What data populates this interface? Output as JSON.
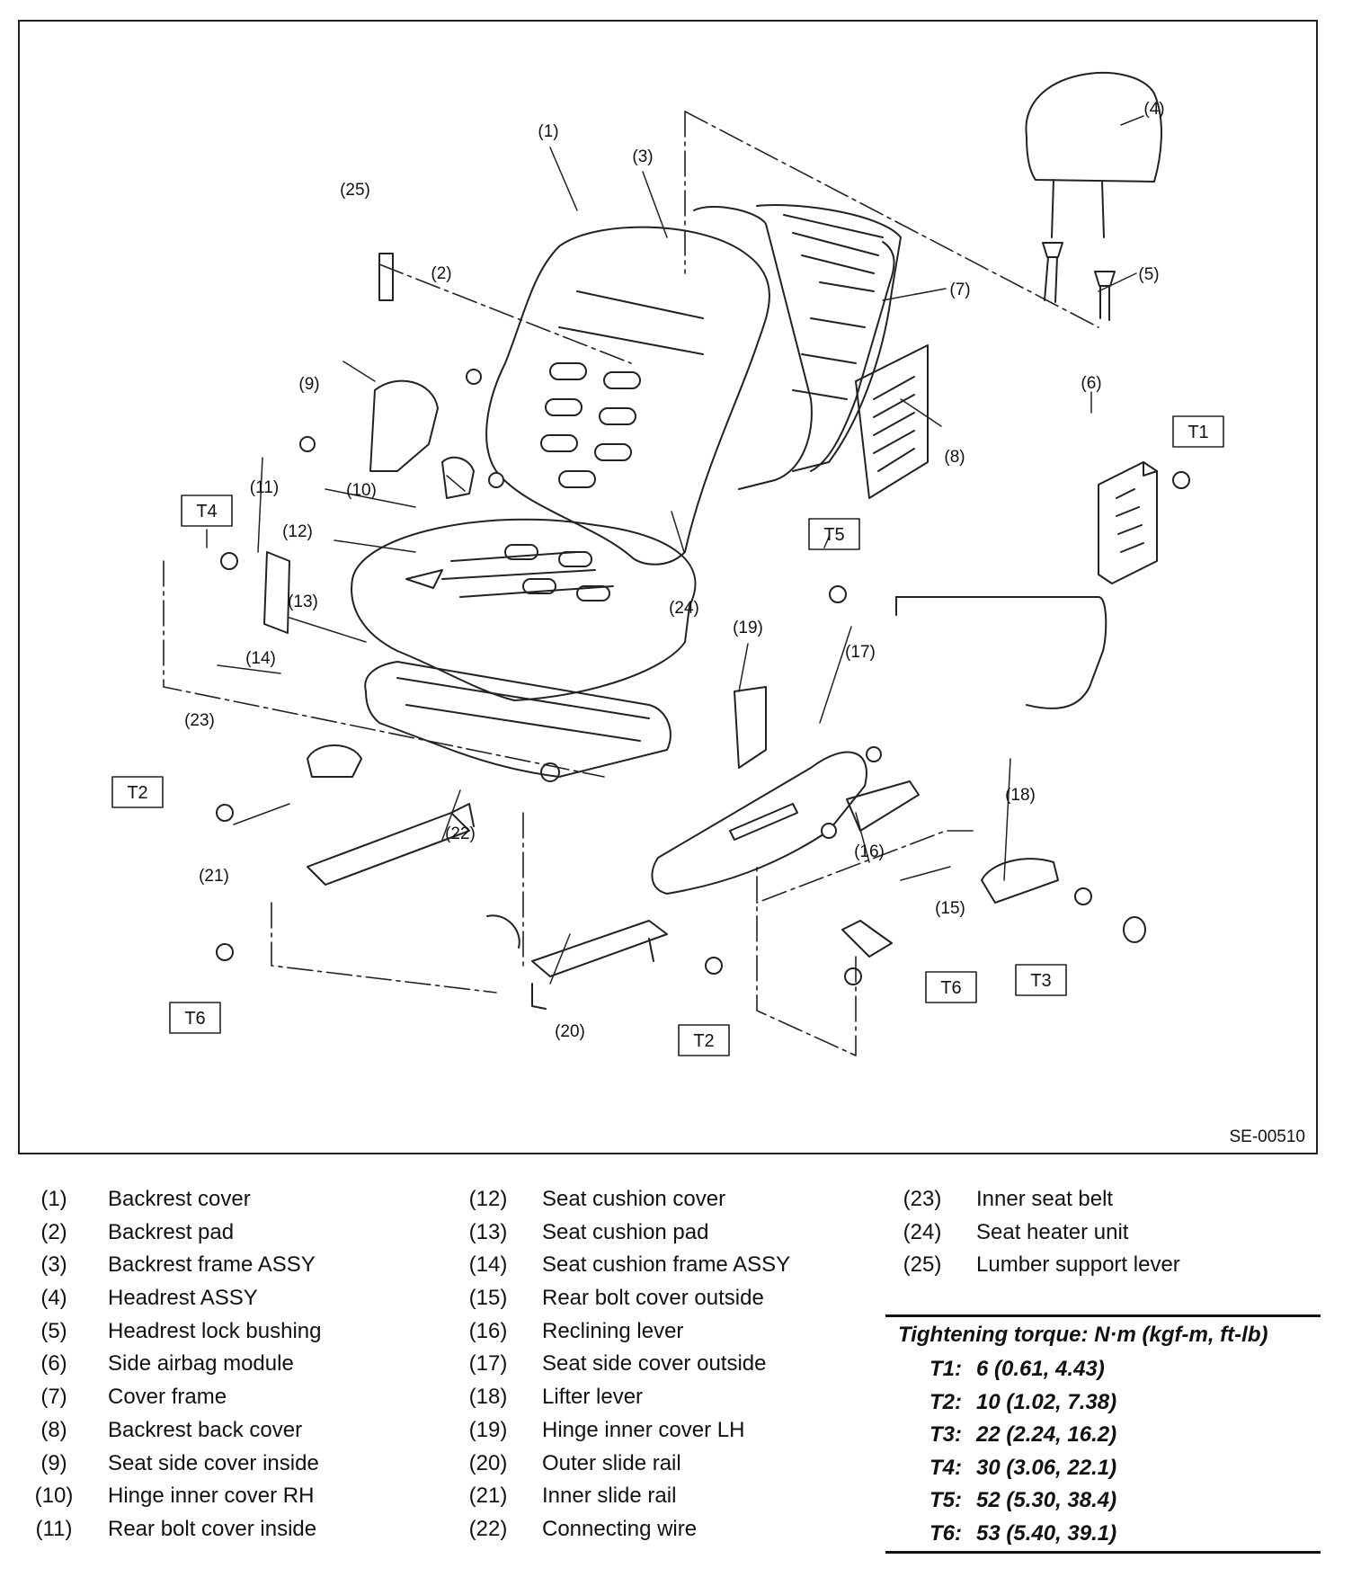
{
  "figure_id": "SE-00510",
  "callouts": {
    "c1": "(1)",
    "c2": "(2)",
    "c3": "(3)",
    "c4": "(4)",
    "c5": "(5)",
    "c6": "(6)",
    "c7": "(7)",
    "c8": "(8)",
    "c9": "(9)",
    "c10": "(10)",
    "c11": "(11)",
    "c12": "(12)",
    "c13": "(13)",
    "c14": "(14)",
    "c15": "(15)",
    "c16": "(16)",
    "c17": "(17)",
    "c18": "(18)",
    "c19": "(19)",
    "c20": "(20)",
    "c21": "(21)",
    "c22": "(22)",
    "c23": "(23)",
    "c24": "(24)",
    "c25": "(25)"
  },
  "torque_tags": {
    "t1": "T1",
    "t2": "T2",
    "t3": "T3",
    "t4": "T4",
    "t5": "T5",
    "t6": "T6"
  },
  "legend": [
    {
      "num": "(1)",
      "label": "Backrest cover"
    },
    {
      "num": "(2)",
      "label": "Backrest pad"
    },
    {
      "num": "(3)",
      "label": "Backrest frame ASSY"
    },
    {
      "num": "(4)",
      "label": "Headrest ASSY"
    },
    {
      "num": "(5)",
      "label": "Headrest lock bushing"
    },
    {
      "num": "(6)",
      "label": "Side airbag module"
    },
    {
      "num": "(7)",
      "label": "Cover frame"
    },
    {
      "num": "(8)",
      "label": "Backrest back cover"
    },
    {
      "num": "(9)",
      "label": "Seat side cover inside"
    },
    {
      "num": "(10)",
      "label": "Hinge inner cover RH"
    },
    {
      "num": "(11)",
      "label": "Rear bolt cover inside"
    },
    {
      "num": "(12)",
      "label": "Seat cushion cover"
    },
    {
      "num": "(13)",
      "label": "Seat cushion pad"
    },
    {
      "num": "(14)",
      "label": "Seat cushion frame ASSY"
    },
    {
      "num": "(15)",
      "label": "Rear bolt cover outside"
    },
    {
      "num": "(16)",
      "label": "Reclining lever"
    },
    {
      "num": "(17)",
      "label": "Seat side cover outside"
    },
    {
      "num": "(18)",
      "label": "Lifter lever"
    },
    {
      "num": "(19)",
      "label": "Hinge inner cover LH"
    },
    {
      "num": "(20)",
      "label": "Outer slide rail"
    },
    {
      "num": "(21)",
      "label": "Inner slide rail"
    },
    {
      "num": "(22)",
      "label": "Connecting wire"
    },
    {
      "num": "(23)",
      "label": "Inner seat belt"
    },
    {
      "num": "(24)",
      "label": "Seat heater unit"
    },
    {
      "num": "(25)",
      "label": "Lumber support lever"
    }
  ],
  "torque": {
    "header": "Tightening torque: N·m (kgf-m, ft-lb)",
    "rows": [
      {
        "code": "T1:",
        "value": "6 (0.61, 4.43)"
      },
      {
        "code": "T2:",
        "value": "10 (1.02, 7.38)"
      },
      {
        "code": "T3:",
        "value": "22 (2.24, 16.2)"
      },
      {
        "code": "T4:",
        "value": "30 (3.06, 22.1)"
      },
      {
        "code": "T5:",
        "value": "52 (5.30, 38.4)"
      },
      {
        "code": "T6:",
        "value": "53 (5.40, 39.1)"
      }
    ]
  }
}
